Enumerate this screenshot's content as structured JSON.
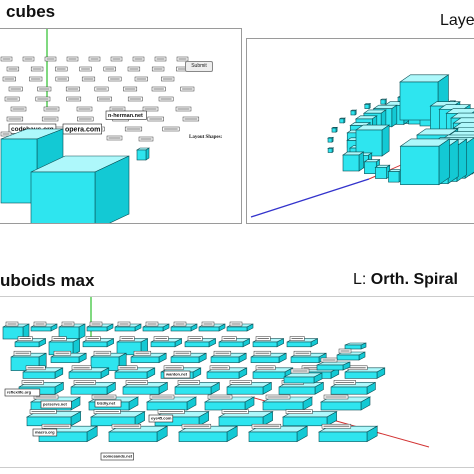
{
  "captions": {
    "top_left": "cubes",
    "top_right": "Laye",
    "bottom_left": "uboids max",
    "bottom_right_prefix": "L: ",
    "bottom_right_bold": "Orth. Spiral"
  },
  "panel_a": {
    "submit_label": "Submit",
    "layout_label": "Layout Shapes:",
    "labels": [
      "codehaus.org",
      "opera.com",
      "n-herman.net"
    ]
  },
  "panel_c": {
    "labels": [
      "eye45.com",
      "somesands.net",
      "macro.org",
      "bizdiy.net",
      "wanton.net",
      "perserve.net",
      "reflexlife.org"
    ]
  },
  "colors": {
    "cube_top": "#aef8fb",
    "cube_front": "#2ee5ef",
    "cube_side": "#13c9d4",
    "edge": "#0a4f55",
    "axis_green": "#2bbf2b",
    "axis_red": "#d23333",
    "axis_blue": "#3333cc"
  }
}
